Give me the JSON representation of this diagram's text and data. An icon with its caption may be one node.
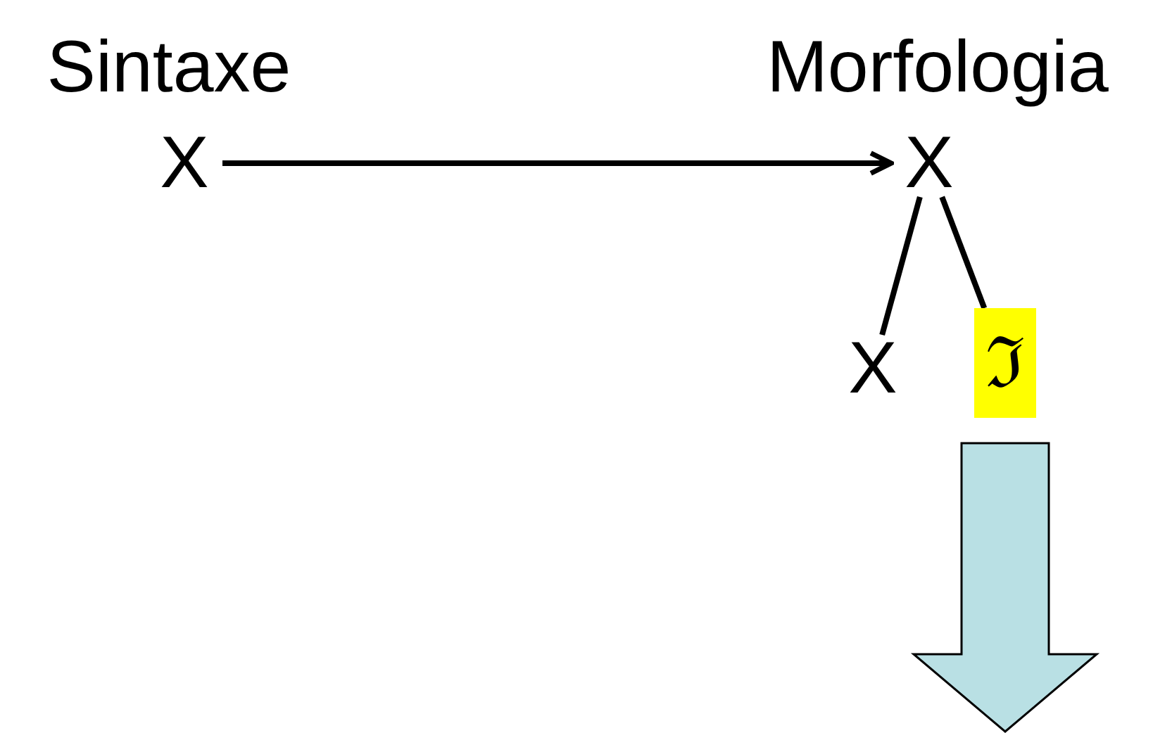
{
  "diagram": {
    "nodes": [
      {
        "text": [
          "X"
        ]
      },
      {
        "text": [
          "X"
        ]
      },
      {
        "text": [
          "X"
        ]
      },
      {
        "text": [
          "ℑ"
        ]
      }
    ],
    "edges": [
      {
        "from": 0,
        "to": 1,
        "arrow": "to"
      },
      {
        "from": 1,
        "to": 2,
        "arrow": "none"
      },
      {
        "from": 1,
        "to": 3,
        "arrow": "none"
      },
      {
        "from": 3,
        "to": null,
        "arrow": "to",
        "style": "thick",
        "color": "#b9e0e4"
      }
    ],
    "labels": [
      "Sintaxe",
      "Morfologia"
    ]
  }
}
